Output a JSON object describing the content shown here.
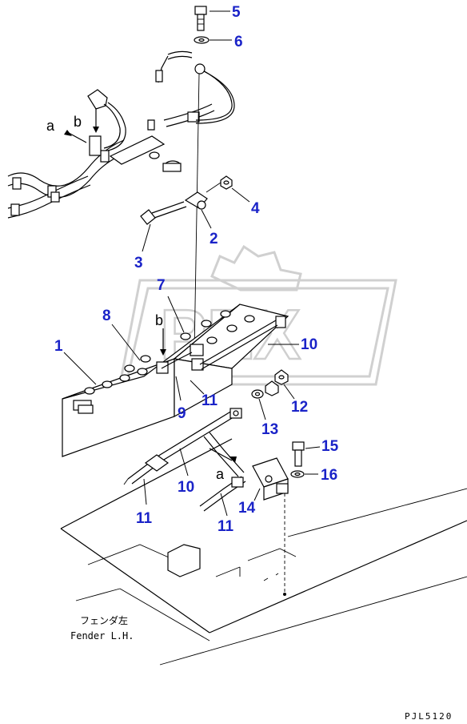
{
  "callouts": {
    "c1": "1",
    "c2": "2",
    "c3": "3",
    "c4": "4",
    "c5": "5",
    "c6": "6",
    "c7": "7",
    "c8": "8",
    "c9": "9",
    "c10a": "10",
    "c10b": "10",
    "c11a": "11",
    "c11b": "11",
    "c11c": "11",
    "c12": "12",
    "c13": "13",
    "c14": "14",
    "c15": "15",
    "c16": "16"
  },
  "view_letters": {
    "a1": "a",
    "b1": "b",
    "a2": "a",
    "b2": "b"
  },
  "caption": {
    "jp": "フェンダ左",
    "en": "Fender L.H."
  },
  "drawing_code": "PJL5120",
  "colors": {
    "callout": "#1a23c8",
    "line": "#000000",
    "watermark": "#d0d0d0"
  }
}
